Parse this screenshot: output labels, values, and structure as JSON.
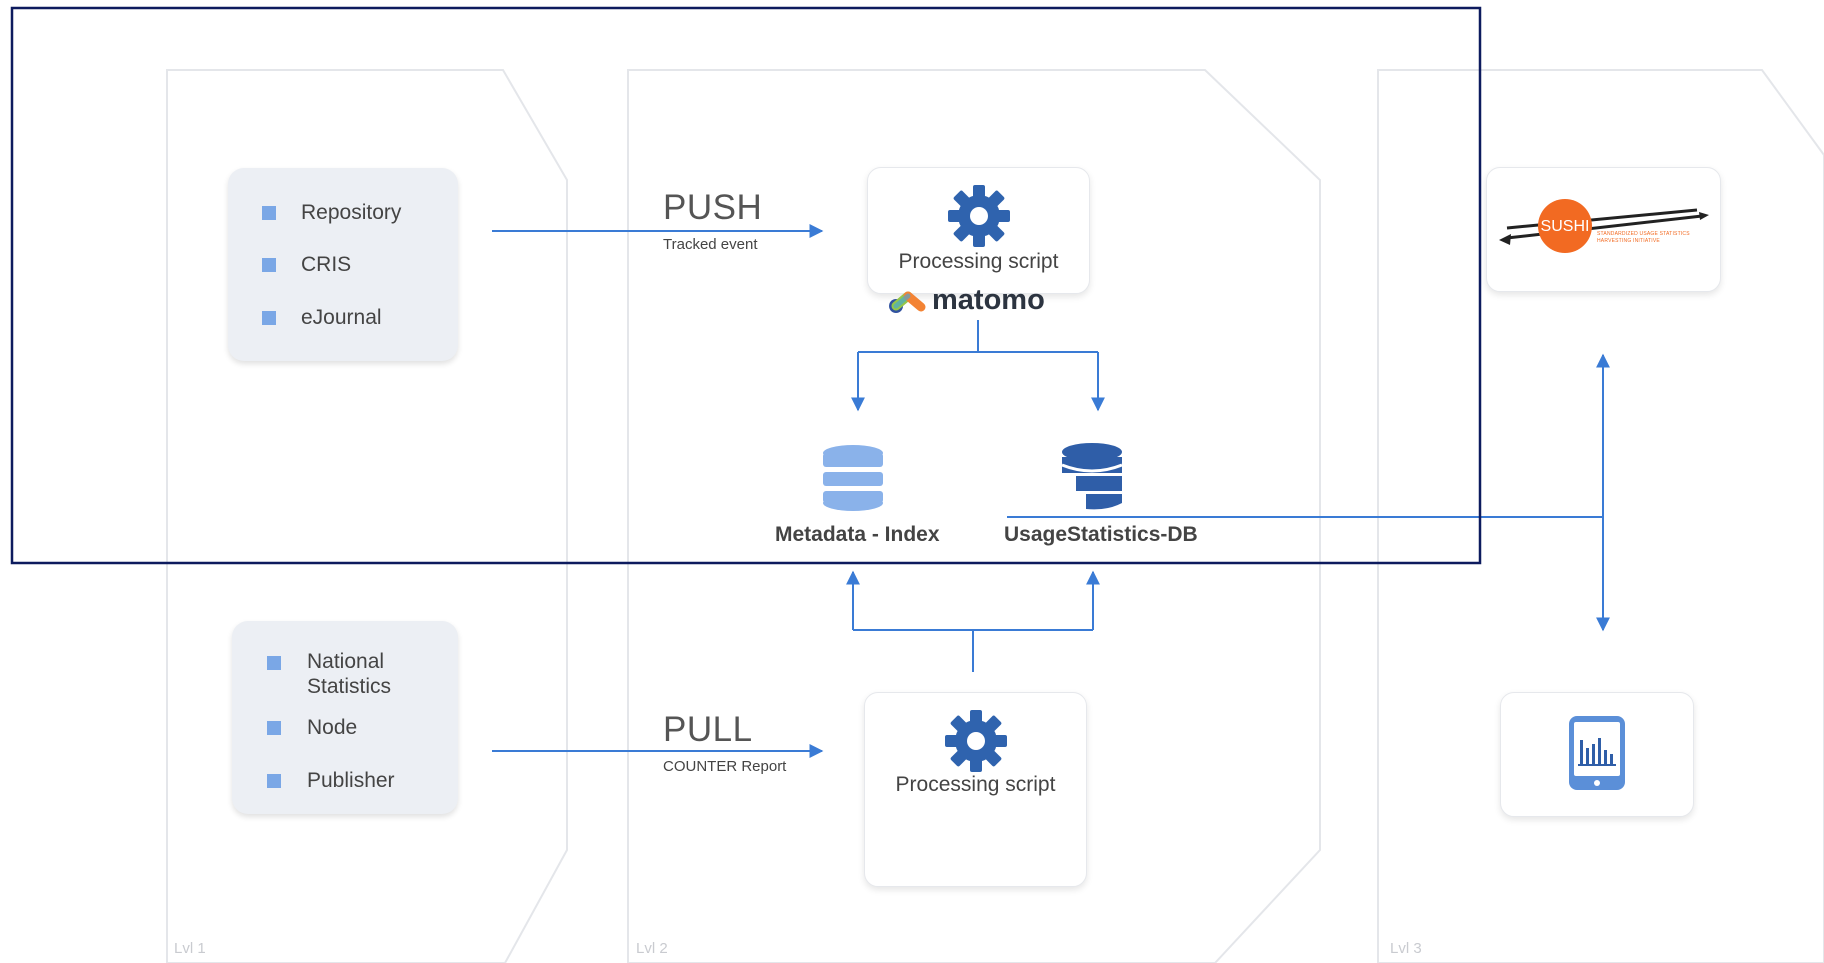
{
  "levels": {
    "lvl1": "Lvl 1",
    "lvl2": "Lvl 2",
    "lvl3": "Lvl 3"
  },
  "sources_top": [
    "Repository",
    "CRIS",
    "eJournal"
  ],
  "sources_bottom": [
    "National Statistics",
    "Node",
    "Publisher"
  ],
  "push": {
    "title": "PUSH",
    "subtitle": "Tracked event"
  },
  "pull": {
    "title": "PULL",
    "subtitle": "COUNTER Report"
  },
  "processing_top": {
    "label": "Processing script",
    "brand": "matomo"
  },
  "processing_bottom": {
    "label": "Processing script"
  },
  "databases": {
    "metadata": "Metadata - Index",
    "usage": "UsageStatistics-DB"
  },
  "sushi": {
    "logo_text": "SUSHI",
    "tagline_1": "STANDARDIZED USAGE STATISTICS",
    "tagline_2": "HARVESTING INITIATIVE"
  },
  "colors": {
    "arrow": "#3a7bd5",
    "gear": "#2f63ae",
    "db_light": "#8ab2ea",
    "db_dark": "#2f5ea8",
    "highlight": "#0d1b5e",
    "sushi_orange": "#f26a22"
  }
}
